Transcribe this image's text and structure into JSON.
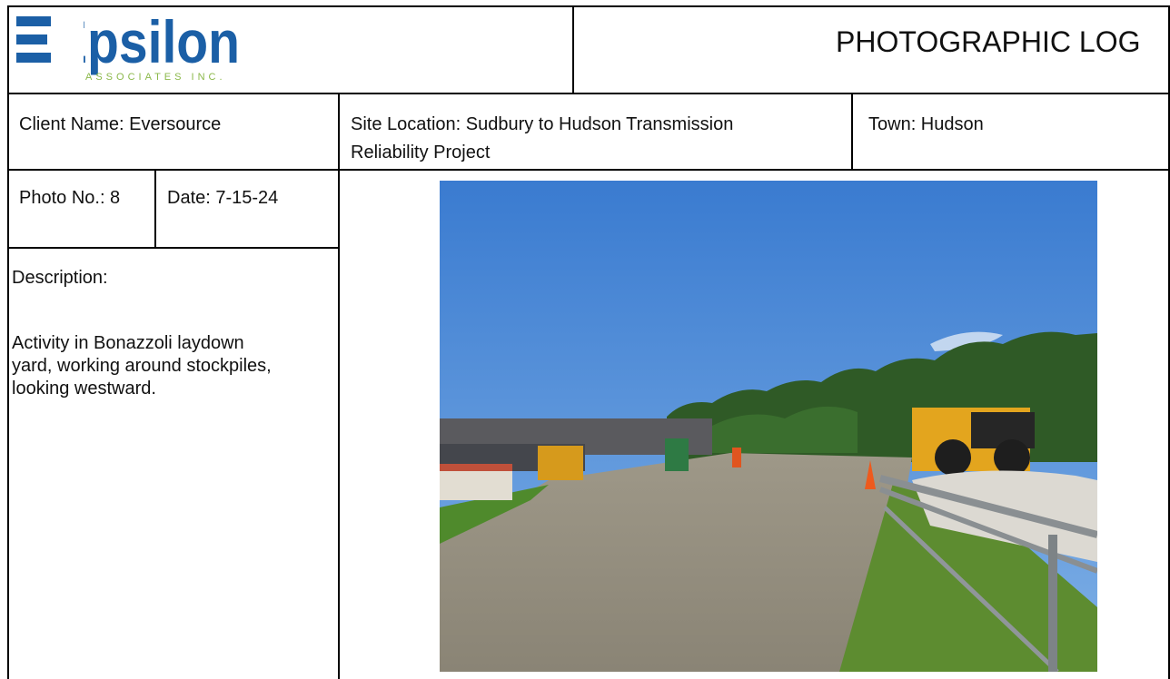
{
  "header": {
    "logo_name": "Epsilon",
    "logo_sub": "ASSOCIATES INC.",
    "title": "PHOTOGRAPHIC LOG"
  },
  "info": {
    "client": "Client Name:  Eversource",
    "site_line1": "Site Location: Sudbury to Hudson Transmission",
    "site_line2": "Reliability Project",
    "town": "Town: Hudson"
  },
  "photo_meta": {
    "number": "Photo No.: 8",
    "date": "Date: 7-15-24"
  },
  "description": {
    "label": "Description:",
    "text_line1": "Activity in Bonazzoli laydown",
    "text_line2": "yard, working around stockpiles,",
    "text_line3": "looking westward."
  },
  "colors": {
    "logo_blue": "#1b5fa6",
    "logo_green": "#8bb84a"
  }
}
